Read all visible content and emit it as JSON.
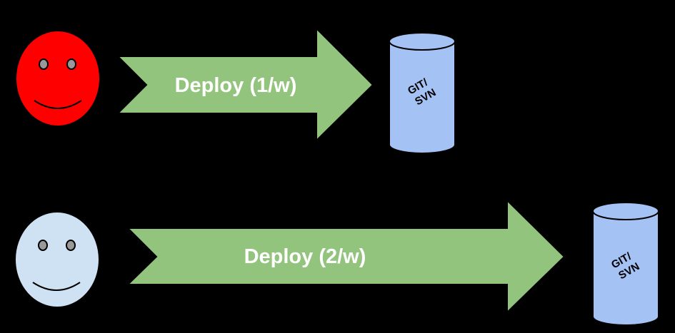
{
  "colors": {
    "background": "#000000",
    "arrow_fill": "#93c47d",
    "repo_fill": "#a4c2f4",
    "face_red": "#ff0000",
    "face_light_blue": "#cfe2f3",
    "outline": "#000000",
    "eye_fill": "#999999",
    "label_text": "#ffffff"
  },
  "flows": [
    {
      "actor": {
        "icon": "smiley-face-icon",
        "color": "#ff0000"
      },
      "arrow": {
        "label": "Deploy (1/w)"
      },
      "repository": {
        "icon": "database-cylinder-icon",
        "label_line1": "GIT/",
        "label_line2": "SVN"
      }
    },
    {
      "actor": {
        "icon": "smiley-face-icon",
        "color": "#cfe2f3"
      },
      "arrow": {
        "label": "Deploy (2/w)"
      },
      "repository": {
        "icon": "database-cylinder-icon",
        "label_line1": "GIT/",
        "label_line2": "SVN"
      }
    }
  ]
}
